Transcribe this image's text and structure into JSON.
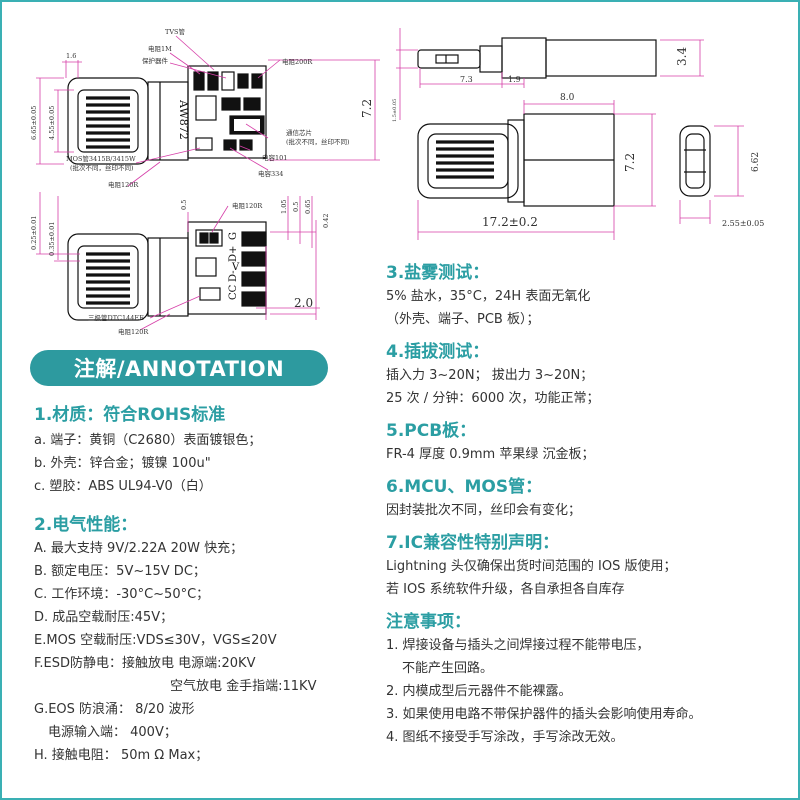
{
  "drawing_labels": {
    "tvs": "TVS管",
    "r1m": "电阻1M",
    "protect": "保护器件",
    "r200r": "电阻200R",
    "chip_mark": "AW872",
    "comm_chip": "通信芯片",
    "comm_chip_note": "(批次不同，丝印不同)",
    "c101": "电容101",
    "c334": "电容334",
    "mos": "MOS管3415B/3415W",
    "mos_note": "(批次不同，丝印不同)",
    "r120r_a": "电阻120R",
    "r120r_b": "电阻120R",
    "r120r_c": "电阻120R",
    "transistor": "三极管DTC144EE",
    "pins": [
      "G",
      "D+",
      "D-",
      "CC",
      "V"
    ],
    "dim_1_6": "1.6",
    "dim_4_55": "4.55±0.05",
    "dim_6_65": "6.65±0.05",
    "dim_7_2a": "7.2",
    "dim_2_0": "2.0",
    "dim_0_35": "0.35±0.01",
    "dim_0_25": "0.25±0.01",
    "dim_0_5": "0.5",
    "dim_1_05": "1.05",
    "dim_0_5b": "0.5",
    "dim_0_65": "0.65",
    "dim_0_42": "0.42",
    "dim_3_4": "3.4",
    "dim_7_3": "7.3",
    "dim_1_9": "1.9",
    "dim_8_0": "8.0",
    "dim_7_2b": "7.2",
    "dim_6_62": "6.62",
    "dim_17_2": "17.2±0.2",
    "dim_2_55": "2.55±0.05",
    "dim_1_5": "1.5±0.05"
  },
  "annotation_title": "注解/ANNOTATION",
  "left": {
    "s1": {
      "title": "1.材质：符合ROHS标准",
      "lines": [
        "a. 端子：黄铜（C2680）表面镀银色；",
        "b. 外壳：锌合金；镀镍 100u\"",
        "c. 塑胶：ABS UL94-V0（白）"
      ]
    },
    "s2": {
      "title": "2.电气性能：",
      "l0": "A. 最大支持 9V/2.22A 20W 快充；",
      "l1": "B. 额定电压：5V~15V DC；",
      "l2": "C. 工作环境：-30°C~50°C；",
      "l3": "D. 成品空载耐压:45V；",
      "l4": "E.MOS 空载耐压:VDS≤30V，VGS≤20V",
      "l5": "F.ESD防静电：接触放电 电源端:20KV",
      "l6": "空气放电 金手指端:11KV",
      "l7": "G.EOS 防浪涌： 8/20 波形",
      "l8": "电源输入端： 400V；",
      "l9": "H. 接触电阻： 50m Ω Max；"
    }
  },
  "right": {
    "s3": {
      "title": "3.盐雾测试：",
      "l0": "5% 盐水，35°C，24H 表面无氧化",
      "l1": "（外壳、端子、PCB 板）；"
    },
    "s4": {
      "title": "4.插拔测试：",
      "l0": "插入力 3~20N； 拔出力 3~20N；",
      "l1": "25 次 / 分钟：6000 次，功能正常；"
    },
    "s5": {
      "title": "5.PCB板：",
      "l0": "FR-4 厚度 0.9mm 苹果绿 沉金板；"
    },
    "s6": {
      "title": "6.MCU、MOS管：",
      "l0": "因封装批次不同，丝印会有变化；"
    },
    "s7": {
      "title": "7.IC兼容性特别声明：",
      "l0": "Lightning 头仅确保出货时间范围的 IOS 版使用；",
      "l1": "若 IOS 系统软件升级，各自承担各自库存"
    },
    "notes": {
      "title": "注意事项：",
      "l0": "1. 焊接设备与插头之间焊接过程不能带电压，",
      "l1": "不能产生回路。",
      "l2": "2. 内模成型后元器件不能裸露。",
      "l3": "3. 如果使用电路不带保护器件的插头会影响使用寿命。",
      "l4": "4. 图纸不接受手写涂改，手写涂改无效。"
    }
  }
}
